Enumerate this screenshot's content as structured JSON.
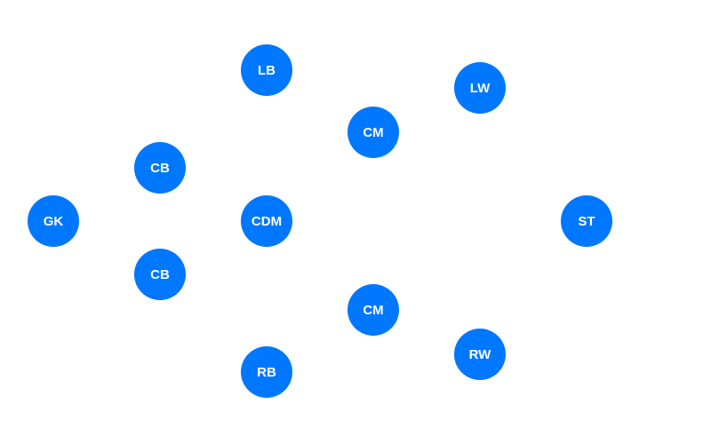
{
  "colors": {
    "player_fill": "#0077ff",
    "label_text": "#ffffff",
    "background": "#ffffff"
  },
  "players": [
    {
      "label": "GK"
    },
    {
      "label": "CB"
    },
    {
      "label": "CB"
    },
    {
      "label": "LB"
    },
    {
      "label": "CDM"
    },
    {
      "label": "RB"
    },
    {
      "label": "CM"
    },
    {
      "label": "CM"
    },
    {
      "label": "LW"
    },
    {
      "label": "RW"
    },
    {
      "label": "ST"
    }
  ]
}
